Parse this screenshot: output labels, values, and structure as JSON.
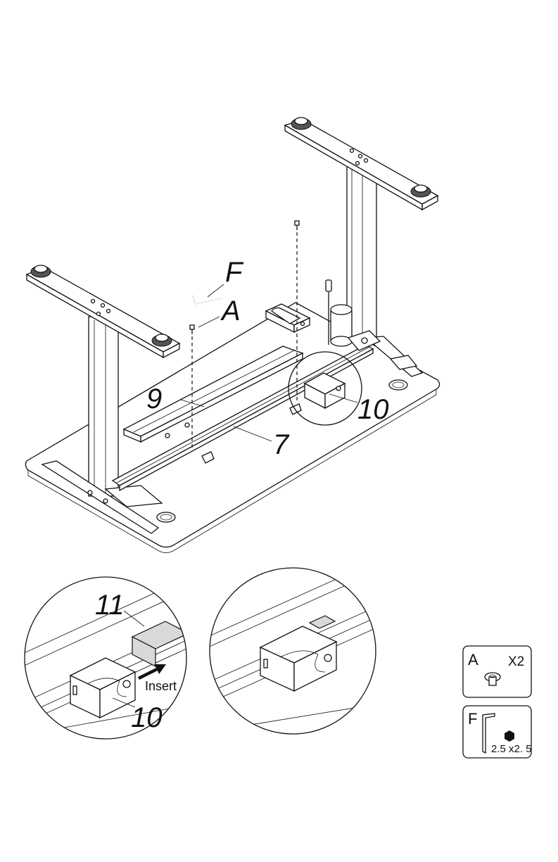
{
  "callouts": {
    "f": "F",
    "a": "A",
    "nine": "9",
    "seven": "7",
    "ten": "10",
    "eleven": "11",
    "ten_detail": "10",
    "insert": "Insert"
  },
  "parts": {
    "a": {
      "letter": "A",
      "qty": "X2"
    },
    "f": {
      "letter": "F",
      "size": "2.5 x2. 5"
    }
  }
}
